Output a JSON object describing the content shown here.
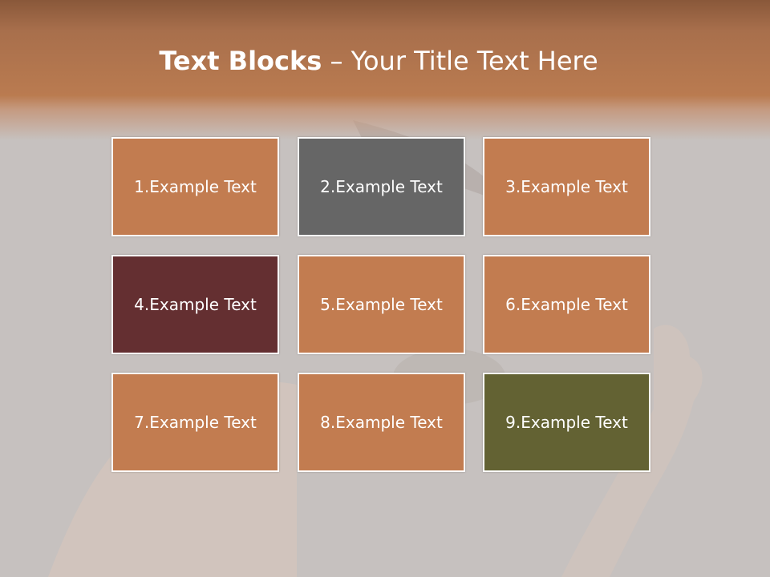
{
  "slide": {
    "title_bold": "Text Blocks",
    "title_separator": " – ",
    "title_rest": "Your Title Text Here"
  },
  "colors": {
    "header_band": "#b97a50",
    "background": "#c6c1bf",
    "block_default": "#c27c50",
    "block_gray": "#666666",
    "block_maroon": "#642f31",
    "block_olive": "#636233",
    "text": "#ffffff"
  },
  "blocks": [
    {
      "label": "1.Example Text",
      "color": "#c27c50"
    },
    {
      "label": "2.Example Text",
      "color": "#666666"
    },
    {
      "label": "3.Example Text",
      "color": "#c27c50"
    },
    {
      "label": "4.Example Text",
      "color": "#642f31"
    },
    {
      "label": "5.Example Text",
      "color": "#c27c50"
    },
    {
      "label": "6.Example Text",
      "color": "#c27c50"
    },
    {
      "label": "7.Example Text",
      "color": "#c27c50"
    },
    {
      "label": "8.Example Text",
      "color": "#c27c50"
    },
    {
      "label": "9.Example Text",
      "color": "#636233"
    }
  ]
}
